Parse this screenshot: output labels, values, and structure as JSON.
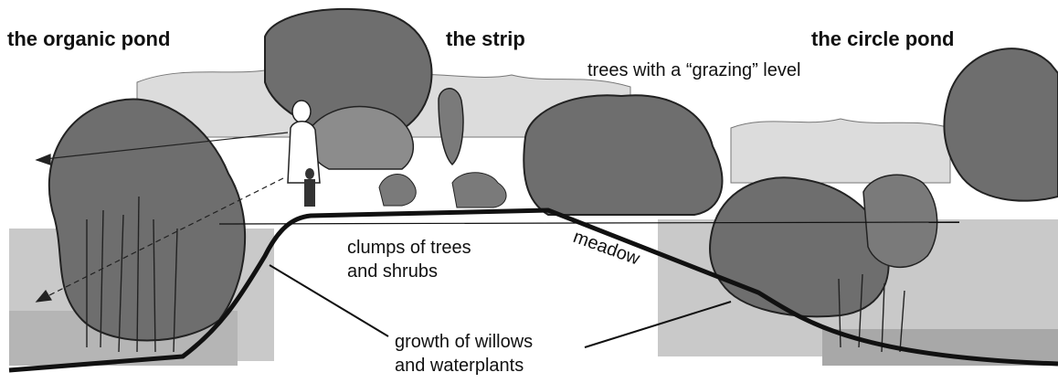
{
  "labels": {
    "organic_pond": "the organic pond",
    "strip": "the strip",
    "circle_pond": "the circle pond",
    "grazing": "trees with a “grazing” level",
    "clumps_line1": "clumps of trees",
    "clumps_line2": "and shrubs",
    "meadow": "meadow",
    "willows_line1": "growth of willows",
    "willows_line2": "and waterplants"
  },
  "colors": {
    "background": "#ffffff",
    "water": "#c9c9c9",
    "water_deep": "#a8a8a8",
    "tree_dark": "#6e6e6e",
    "tree_mid": "#8c8c8c",
    "distant_trees": "#d4d4d4",
    "outline": "#111111"
  },
  "icons": [
    "person-figure",
    "child-figure",
    "reed-plant",
    "tree-clump",
    "sight-arrow"
  ]
}
